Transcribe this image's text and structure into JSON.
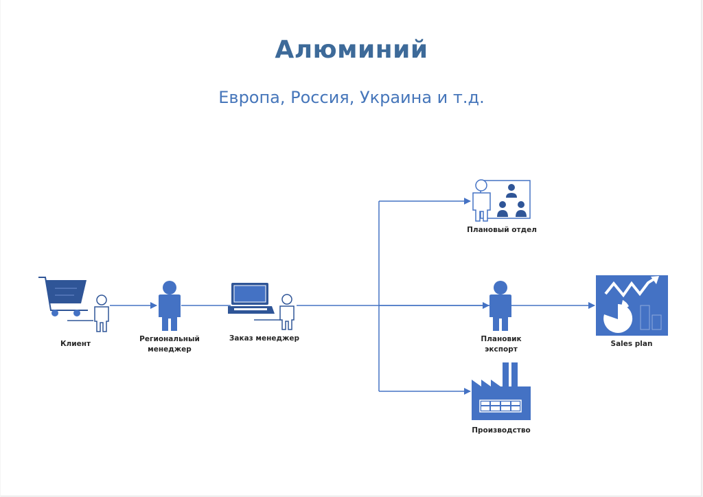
{
  "title": "Алюминий",
  "subtitle": "Европа, Россия, Украина и т.д.",
  "colors": {
    "accent": "#4472c4",
    "dark_accent": "#2f5597",
    "title": "#3d6a99",
    "label": "#262626"
  },
  "nodes": {
    "client": {
      "label": "Клиент",
      "icon": "shopping-cart-person-icon"
    },
    "regional_manager": {
      "label_line1": "Региональный",
      "label_line2": "менеджер",
      "icon": "person-icon"
    },
    "order_manager": {
      "label": "Заказ менеджер",
      "icon": "laptop-person-icon"
    },
    "planning_department": {
      "label": "Плановый отдел",
      "icon": "presentation-team-icon"
    },
    "export_planner": {
      "label_line1": "Плановик",
      "label_line2": "экспорт",
      "icon": "person-icon"
    },
    "sales_plan": {
      "label": "Sales plan",
      "icon": "dashboard-chart-icon"
    },
    "production": {
      "label": "Производство",
      "icon": "factory-icon"
    }
  }
}
